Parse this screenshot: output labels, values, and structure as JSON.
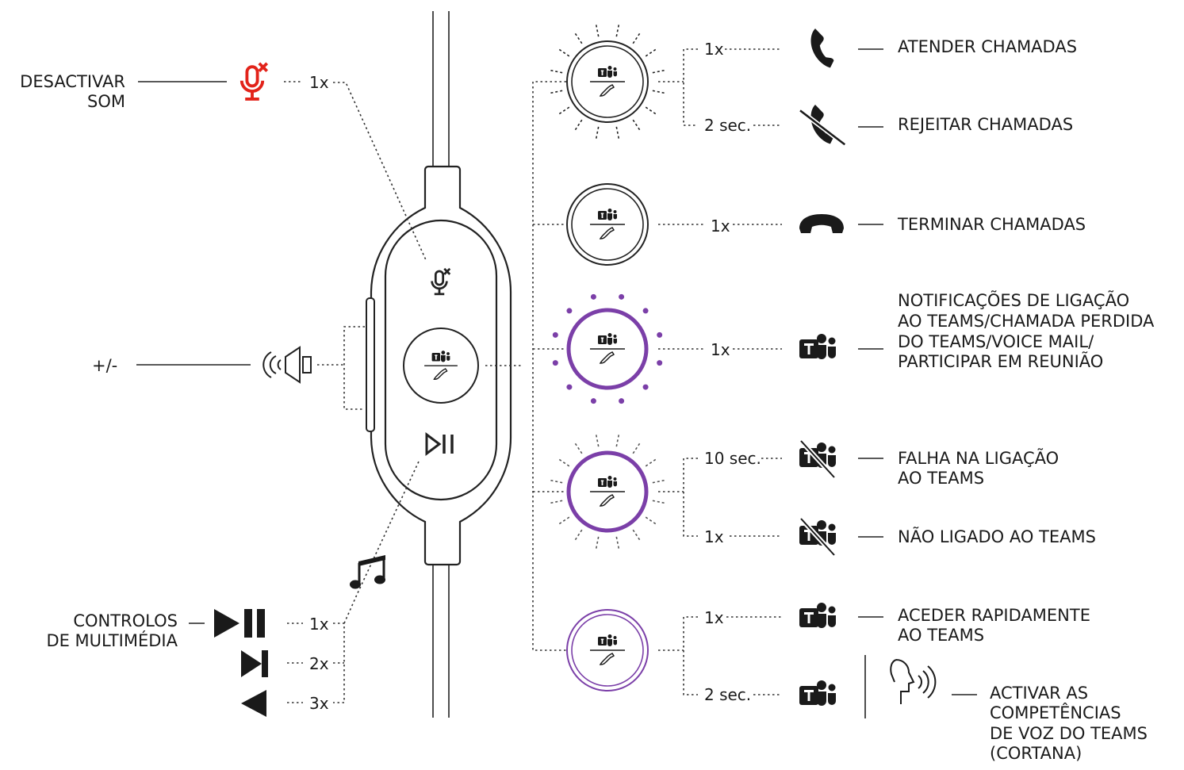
{
  "colors": {
    "mute_red": "#e2231a",
    "teams_purple": "#7b3fa8",
    "ink": "#1a1a1a"
  },
  "left": {
    "mute_label_1": "DESACTIVAR",
    "mute_label_2": "SOM",
    "mute_count": "1x",
    "volume_label": "+/-",
    "media_label_1": "CONTROLOS",
    "media_label_2": "DE MULTIMÉDIA",
    "play_count": "1x",
    "next_count": "2x",
    "prev_count": "3x"
  },
  "right": {
    "answer_count": "1x",
    "answer_label": "ATENDER CHAMADAS",
    "reject_count": "2 sec.",
    "reject_label": "REJEITAR CHAMADAS",
    "end_count": "1x",
    "end_label": "TERMINAR CHAMADAS",
    "notify_count": "1x",
    "notify_label_1": "NOTIFICAÇÕES DE LIGAÇÃO",
    "notify_label_2": "AO TEAMS/CHAMADA PERDIDA",
    "notify_label_3": "DO TEAMS/VOICE MAIL/",
    "notify_label_4": "PARTICIPAR EM REUNIÃO",
    "fail_count": "10 sec.",
    "fail_label_1": "FALHA NA LIGAÇÃO",
    "fail_label_2": "AO TEAMS",
    "notconn_count": "1x",
    "notconn_label": "NÃO LIGADO AO TEAMS",
    "quick_count": "1x",
    "quick_label_1": "ACEDER RAPIDAMENTE",
    "quick_label_2": "AO TEAMS",
    "voice_count": "2 sec.",
    "voice_label_1": "ACTIVAR AS",
    "voice_label_2": "COMPETÊNCIAS",
    "voice_label_3": "DE VOZ DO TEAMS",
    "voice_label_4": "(CORTANA)"
  },
  "icons": [
    "mic-mute-icon",
    "volume-icon",
    "play-pause-icon",
    "music-note-icon",
    "next-track-icon",
    "previous-track-icon",
    "teams-button-icon",
    "phone-answer-icon",
    "phone-reject-icon",
    "phone-hangup-icon",
    "teams-logo-icon",
    "teams-off-icon",
    "voice-assistant-icon"
  ]
}
